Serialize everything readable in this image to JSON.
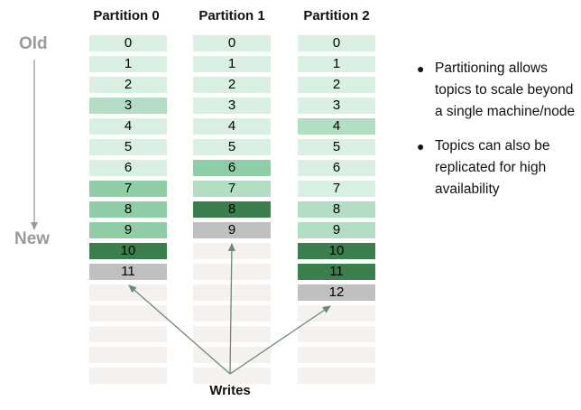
{
  "partitions": [
    {
      "header": "Partition 0",
      "cells": [
        "0",
        "1",
        "2",
        "3",
        "4",
        "5",
        "6",
        "7",
        "8",
        "9",
        "10",
        "11",
        "",
        "",
        "",
        "",
        ""
      ],
      "levels": [
        0,
        0,
        0,
        1,
        0,
        0,
        0,
        2,
        2,
        2,
        3,
        -1,
        -2,
        -2,
        -2,
        -2,
        -2
      ]
    },
    {
      "header": "Partition 1",
      "cells": [
        "0",
        "1",
        "2",
        "3",
        "4",
        "5",
        "6",
        "7",
        "8",
        "9",
        "",
        "",
        "",
        "",
        "",
        "",
        ""
      ],
      "levels": [
        0,
        0,
        0,
        0,
        0,
        0,
        2,
        1,
        3,
        -1,
        -2,
        -2,
        -2,
        -2,
        -2,
        -2,
        -2
      ]
    },
    {
      "header": "Partition 2",
      "cells": [
        "0",
        "1",
        "2",
        "3",
        "4",
        "5",
        "6",
        "7",
        "8",
        "9",
        "10",
        "11",
        "12",
        "",
        "",
        "",
        ""
      ],
      "levels": [
        0,
        0,
        0,
        0,
        1,
        0,
        0,
        0,
        1,
        1,
        3,
        3,
        -1,
        -2,
        -2,
        -2,
        -2
      ]
    }
  ],
  "axis": {
    "old_label": "Old",
    "new_label": "New"
  },
  "bullets": [
    "Partitioning allows topics to scale beyond a single machine/node",
    "Topics can also be replicated for high availability"
  ],
  "writes_label": "Writes",
  "colors": {
    "level_0": "#d9efe1",
    "level_1": "#b3dec3",
    "level_2": "#8ecda5",
    "level_3": "#3b7f4f",
    "pending_write": "#c0c0c0",
    "empty_slot": "#f5f1ef",
    "arrow": "#6a8a7a",
    "axis_arrow": "#9a9a9a"
  }
}
